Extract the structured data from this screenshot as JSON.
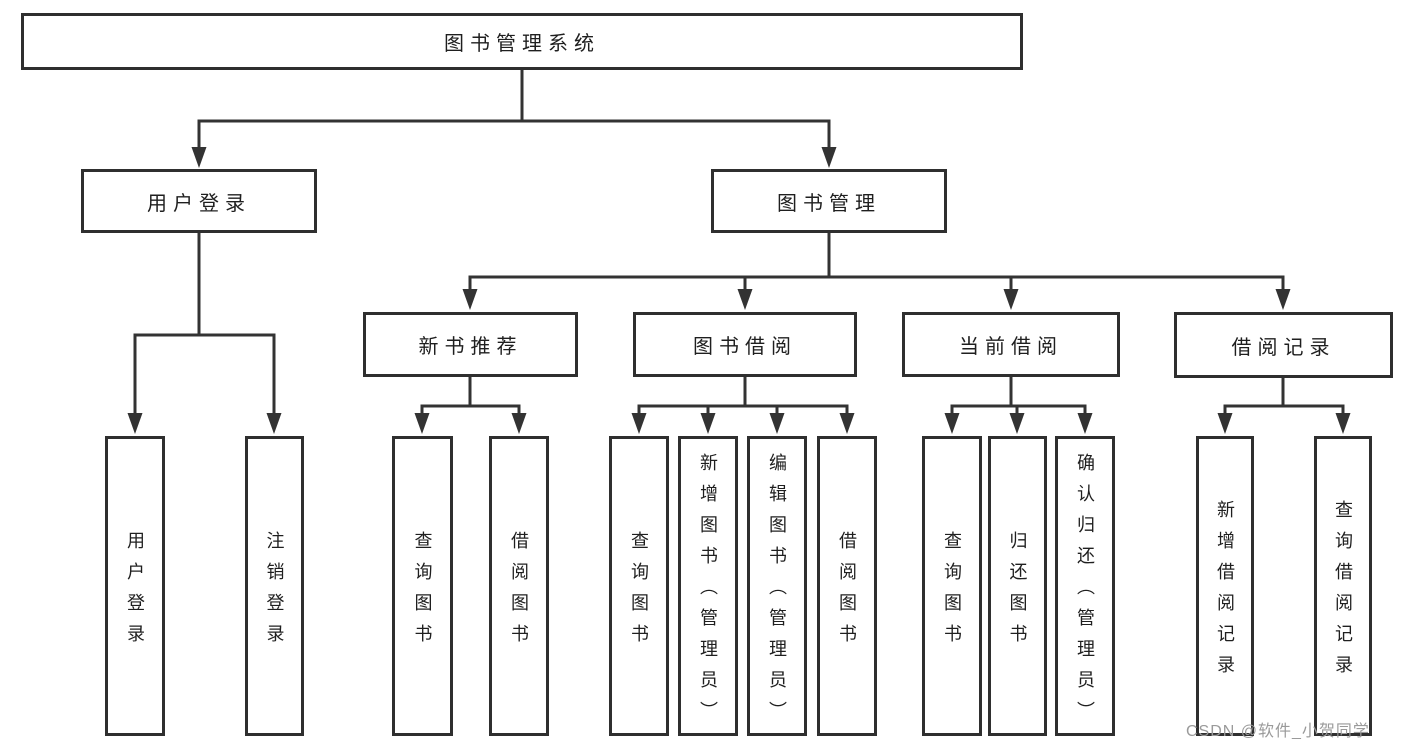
{
  "diagram": {
    "type": "hierarchy-diagram",
    "title": "图书管理系统"
  },
  "tree": {
    "root": {
      "label": "图书管理系统",
      "children": [
        {
          "label": "用户登录",
          "children": [
            {
              "label": "用户登录"
            },
            {
              "label": "注销登录"
            }
          ]
        },
        {
          "label": "图书管理",
          "children": [
            {
              "label": "新书推荐",
              "children": [
                {
                  "label": "查询图书"
                },
                {
                  "label": "借阅图书"
                }
              ]
            },
            {
              "label": "图书借阅",
              "children": [
                {
                  "label": "查询图书"
                },
                {
                  "label": "新增图书（管理员）"
                },
                {
                  "label": "编辑图书（管理员）"
                },
                {
                  "label": "借阅图书"
                }
              ]
            },
            {
              "label": "当前借阅",
              "children": [
                {
                  "label": "查询图书"
                },
                {
                  "label": "归还图书"
                },
                {
                  "label": "确认归还（管理员）"
                }
              ]
            },
            {
              "label": "借阅记录",
              "children": [
                {
                  "label": "新增借阅记录"
                },
                {
                  "label": "查询借阅记录"
                }
              ]
            }
          ]
        }
      ]
    }
  },
  "watermark": {
    "text": "CSDN @软件_小贺同学"
  },
  "colors": {
    "background": "#ffffff",
    "box_border": "#2f2f2f",
    "line": "#333333",
    "text": "#1f1f1f",
    "watermark": "#9a9a9a"
  }
}
